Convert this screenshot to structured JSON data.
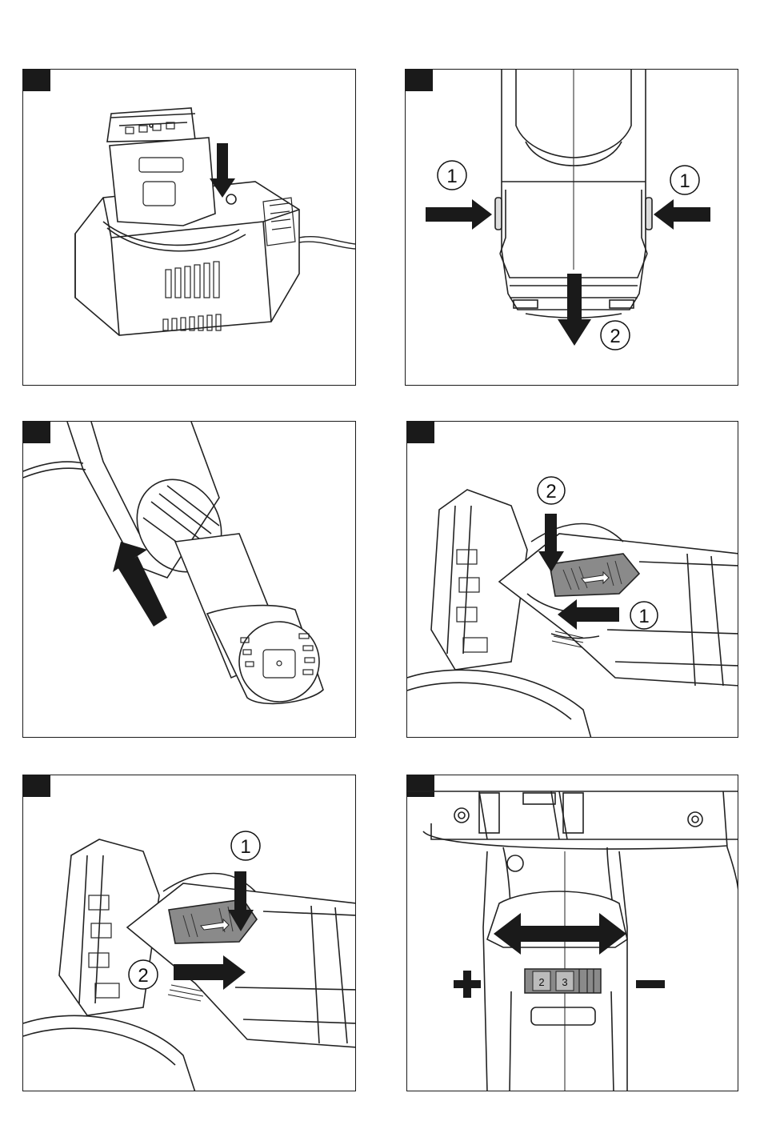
{
  "figures": [
    {
      "id": "charge-battery"
    },
    {
      "id": "remove-battery",
      "callouts": [
        "1",
        "1",
        "2"
      ]
    },
    {
      "id": "insert-battery"
    },
    {
      "id": "unlock-switch",
      "callouts": [
        "2",
        "1"
      ]
    },
    {
      "id": "lock-switch",
      "callouts": [
        "1",
        "2"
      ]
    },
    {
      "id": "speed-dial",
      "signs": [
        "+",
        "–"
      ],
      "dial_values": [
        "2",
        "3"
      ]
    }
  ],
  "colors": {
    "ink": "#1a1a1a",
    "switch": "#8a8a8a",
    "line": "#222222"
  }
}
